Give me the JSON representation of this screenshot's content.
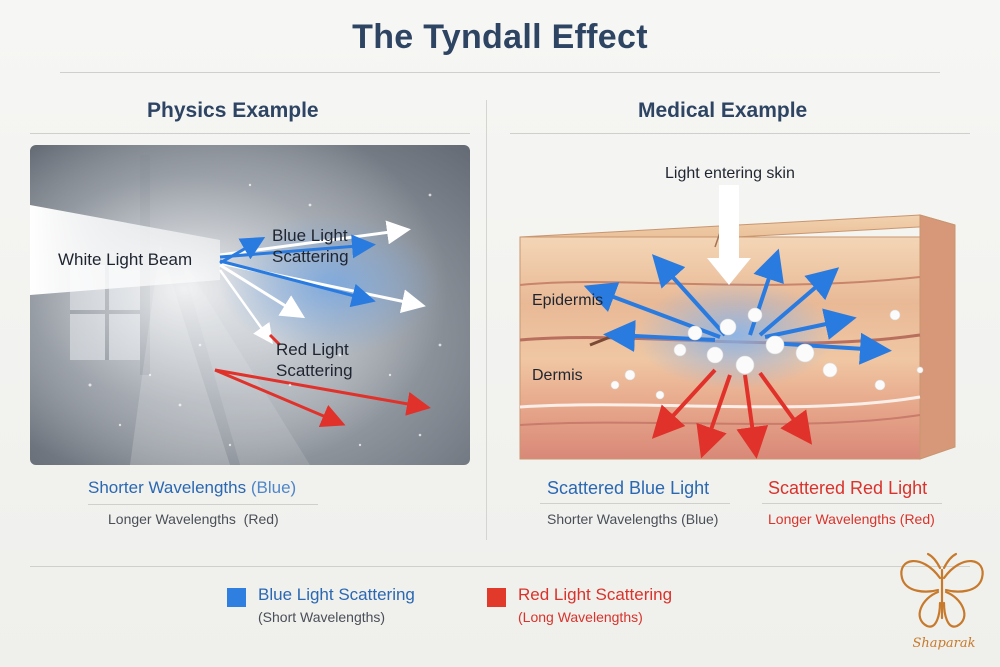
{
  "title": "The Tyndall Effect",
  "physics": {
    "heading": "Physics Example",
    "white_beam_label": "White Light Beam",
    "blue_scatter_label": [
      "Blue Light",
      "Scattering"
    ],
    "red_scatter_label": [
      "Red Light",
      "Scattering"
    ],
    "shorter_label": "Shorter Wavelengths",
    "shorter_paren": "(Blue)",
    "longer_label": "Longer Wavelengths  (Red)"
  },
  "medical": {
    "heading": "Medical Example",
    "light_entering": "Light entering skin",
    "epidermis": "Epidermis",
    "dermis": "Dermis",
    "scattered_blue": "Scattered Blue Light",
    "scattered_blue_sub": "Shorter Wavelengths (Blue)",
    "scattered_red": "Scattered Red Light",
    "scattered_red_sub": "Longer Wavelengths (Red)"
  },
  "legend": {
    "blue_title": "Blue Light Scattering",
    "blue_sub": "(Short Wavelengths)",
    "red_title": "Red Light Scattering",
    "red_sub": "(Long Wavelengths)"
  },
  "logo": {
    "text": "Shaparak"
  },
  "colors": {
    "title": "#2e4463",
    "blue": "#2a68b2",
    "red": "#d9332b",
    "legend_blue": "#2f7fe0",
    "legend_red": "#e23a2a",
    "logo": "#c77a2b"
  }
}
